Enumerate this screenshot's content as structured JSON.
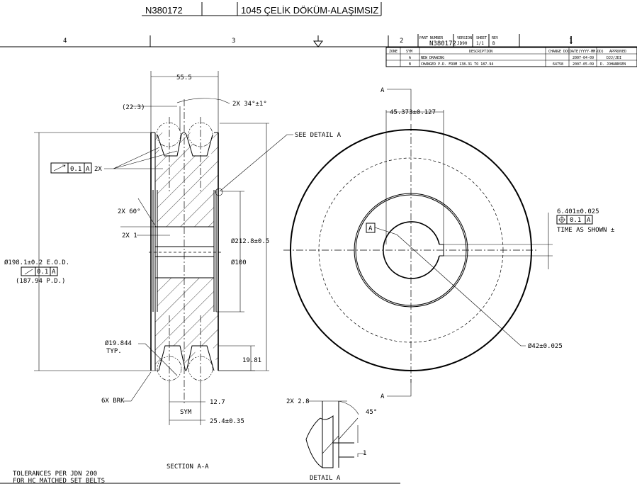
{
  "header": {
    "part": "N380172",
    "material": "1045 ÇELİK DÖKÜM-ALAŞIMSIZ"
  },
  "zones": [
    "4",
    "3",
    "2",
    "1"
  ],
  "title_block": {
    "part_number_label": "PART NUMBER",
    "part_number": "N380172",
    "version_label": "VERSION",
    "version": "JD90",
    "sheet_label": "SHEET",
    "sheet": "1/1",
    "rev_label": "REV",
    "rev": "B"
  },
  "revisions": {
    "headers": [
      "ZONE",
      "SYM",
      "DESCRIPTION",
      "CHANGE DOC",
      "DATE(YYYY-MM-DD)",
      "APPROVED"
    ],
    "rows": [
      [
        "",
        "A",
        "NEW DRAWING",
        "",
        "2007-04-09",
        "DJJ/JDI"
      ],
      [
        "",
        "B",
        "CHANGED P.D. FROM 138.31 TO 187.94",
        "64758",
        "2007-05-09",
        "D. JOHANNSEN"
      ]
    ]
  },
  "section": {
    "width": "55.5",
    "ref_width": "(22.3)",
    "angle": "2X 34°±1°",
    "see_detail": "SEE DETAIL  A",
    "runout_tol": "0.1",
    "runout_datum": "A",
    "runout_count": "2X",
    "chamfer_angle": "2X 60°",
    "chamfer_len": "2X 1",
    "od": "Ø212.8±0.5",
    "bore_dia": "Ø100",
    "eod": "Ø198.1±0.2 E.O.D.",
    "eod_tol": "0.1",
    "eod_datum": "A",
    "pd": "(187.94 P.D.)",
    "ball_dia": "Ø19.844",
    "ball_typ": "TYP.",
    "depth": "19.81",
    "brk": "6X BRK",
    "half_pitch": "12.7",
    "sym": "SYM",
    "pitch": "25.4±0.35",
    "title": "SECTION  A-A"
  },
  "front": {
    "cut_label_top": "A",
    "cut_label_bottom": "A",
    "key_width": "45.373±0.127",
    "key_depth": "6.401±0.025",
    "pos_tol": "0.1",
    "pos_datum": "A",
    "time_note": "TIME AS SHOWN ±",
    "datum": "A",
    "bore": "Ø42±0.025"
  },
  "detail": {
    "chamfer": "2X 2.8",
    "angle": "45°",
    "dim": "1",
    "title": "DETAIL  A"
  },
  "notes": [
    "TOLERANCES PER JDN 200",
    "FOR HC MATCHED SET BELTS"
  ]
}
